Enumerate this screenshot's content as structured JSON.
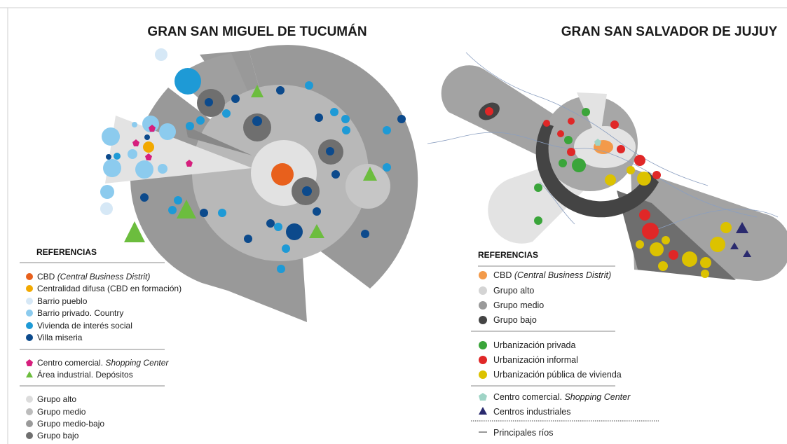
{
  "map_tucuman": {
    "title": "GRAN SAN MIGUEL DE TUCUMÁN",
    "legend": {
      "heading": "REFERENCIAS",
      "cbd": {
        "label": "CBD",
        "label_italic": "(Central Business Distrit)",
        "color": "#e8601c"
      },
      "centralidad": {
        "label": "Centralidad difusa (CBD en formación)",
        "color": "#f2a900"
      },
      "barrio_pueblo": {
        "label": "Barrio pueblo",
        "color": "#d6e8f6"
      },
      "barrio_privado": {
        "label": "Barrio privado. Country",
        "color": "#8ccbee"
      },
      "vivienda": {
        "label": "Vivienda de interés social",
        "color": "#1e9ad6"
      },
      "villa": {
        "label": "Villa miseria",
        "color": "#0c4a8c"
      },
      "shopping": {
        "label": "Centro comercial.",
        "label_italic": "Shopping Center",
        "color": "#d61f7d"
      },
      "industrial": {
        "label": "Área industrial. Depósitos",
        "color": "#6cbd3e"
      },
      "grupo_alto": {
        "label": "Grupo alto",
        "color": "#dcdcdc"
      },
      "grupo_medio": {
        "label": "Grupo medio",
        "color": "#bcbcbc"
      },
      "grupo_medio_bajo": {
        "label": "Grupo medio-bajo",
        "color": "#9a9a9a"
      },
      "grupo_bajo": {
        "label": "Grupo bajo",
        "color": "#6f6f6f"
      }
    }
  },
  "map_jujuy": {
    "title": "GRAN SAN SALVADOR DE JUJUY",
    "legend": {
      "heading": "REFERENCIAS",
      "cbd": {
        "label": "CBD",
        "label_italic": "(Central Business Distrit)",
        "color": "#f39a4a"
      },
      "grupo_alto": {
        "label": "Grupo alto",
        "color": "#d4d4d4"
      },
      "grupo_medio": {
        "label": "Grupo medio",
        "color": "#9a9a9a"
      },
      "grupo_bajo": {
        "label": "Grupo bajo",
        "color": "#444444"
      },
      "urb_privada": {
        "label": "Urbanización privada",
        "color": "#3aa53a"
      },
      "urb_informal": {
        "label": "Urbanización informal",
        "color": "#e02727"
      },
      "urb_publica": {
        "label": "Urbanización pública de vivienda",
        "color": "#dcc200"
      },
      "shopping": {
        "label": "Centro comercial.",
        "label_italic": "Shopping Center",
        "color": "#9fd4c6"
      },
      "industrial": {
        "label": "Centros industriales",
        "color": "#2a2a6e"
      },
      "rios": {
        "label": "Principales ríos"
      }
    }
  }
}
